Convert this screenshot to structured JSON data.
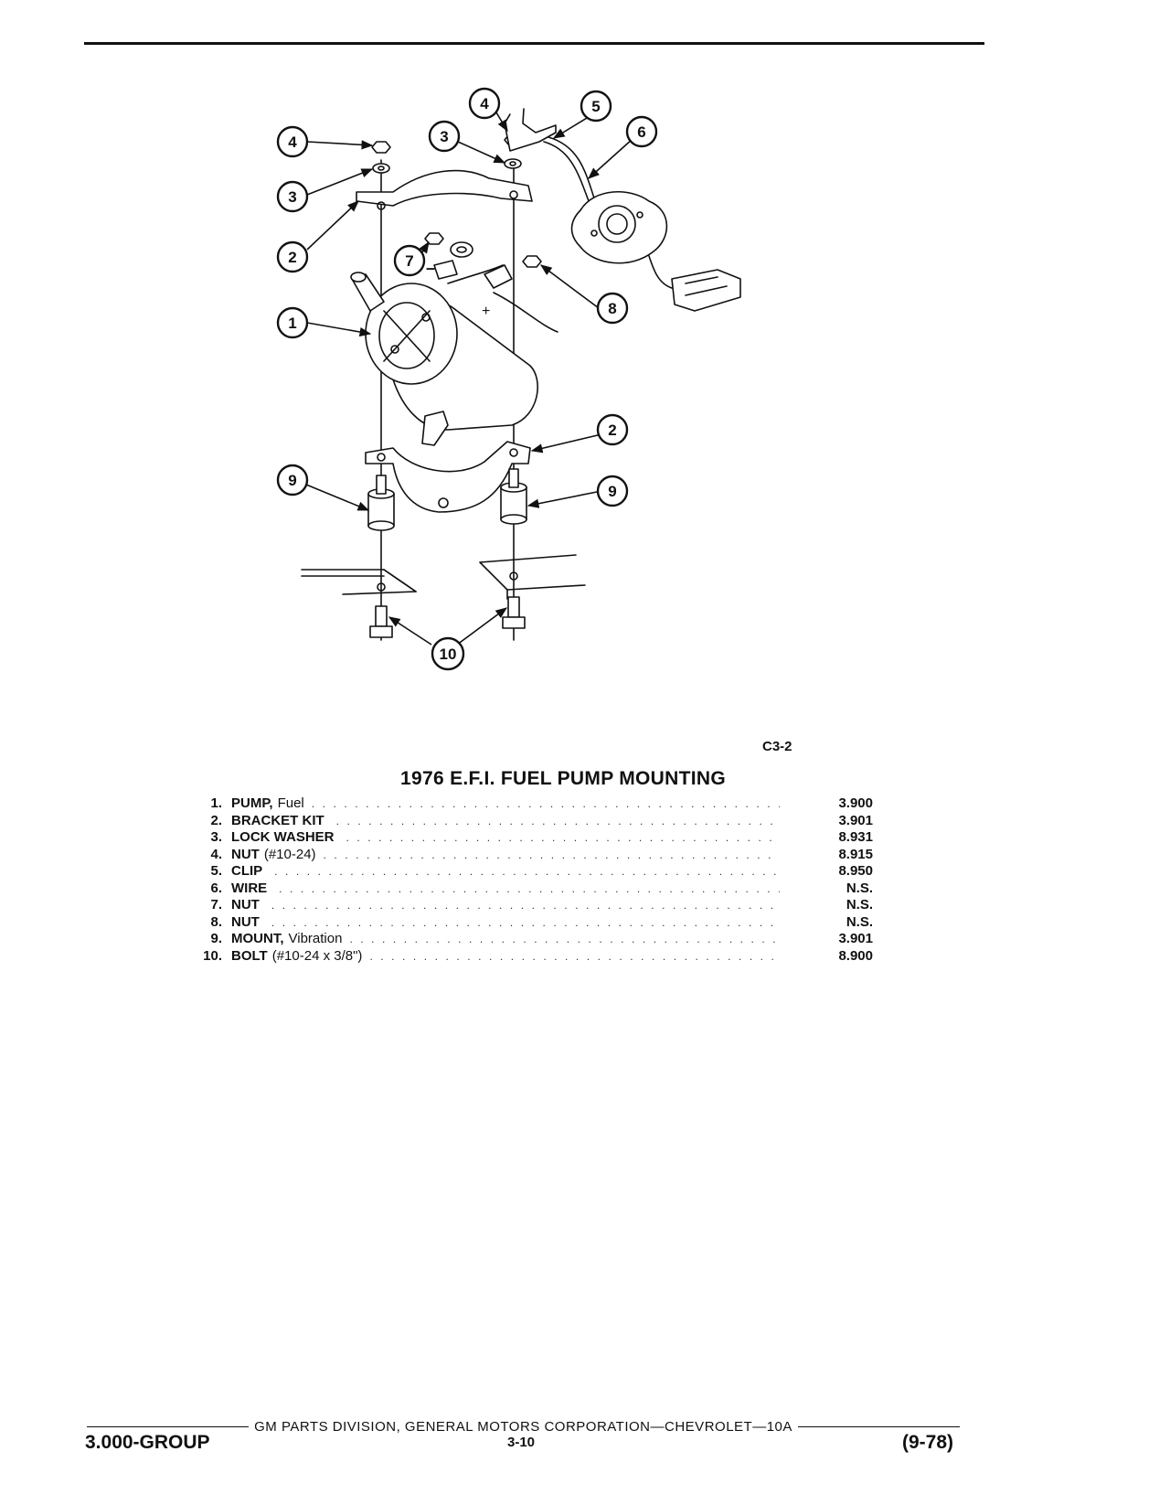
{
  "figure": {
    "code": "C3-2",
    "callouts": [
      "1",
      "2",
      "3",
      "4",
      "5",
      "6",
      "7",
      "8",
      "9",
      "10"
    ],
    "terminal_labels": {
      "negative": "–",
      "positive": "+"
    }
  },
  "parts": {
    "title": "1976 E.F.I. FUEL PUMP MOUNTING",
    "items": [
      {
        "num": "1.",
        "name": "PUMP,",
        "desc": "Fuel",
        "group": "3.900"
      },
      {
        "num": "2.",
        "name": "BRACKET KIT",
        "desc": "",
        "group": "3.901"
      },
      {
        "num": "3.",
        "name": "LOCK WASHER",
        "desc": "",
        "group": "8.931"
      },
      {
        "num": "4.",
        "name": "NUT",
        "desc": "(#10-24)",
        "group": "8.915"
      },
      {
        "num": "5.",
        "name": "CLIP",
        "desc": "",
        "group": "8.950"
      },
      {
        "num": "6.",
        "name": "WIRE",
        "desc": "",
        "group": "N.S."
      },
      {
        "num": "7.",
        "name": "NUT",
        "desc": "",
        "group": "N.S."
      },
      {
        "num": "8.",
        "name": "NUT",
        "desc": "",
        "group": "N.S."
      },
      {
        "num": "9.",
        "name": "MOUNT,",
        "desc": "Vibration",
        "group": "3.901"
      },
      {
        "num": "10.",
        "name": "BOLT",
        "desc": "(#10-24 x 3/8\")",
        "group": "8.900"
      }
    ]
  },
  "footer": {
    "publisher": "GM PARTS DIVISION, GENERAL MOTORS CORPORATION—CHEVROLET—10A",
    "group": "3.000-GROUP",
    "page": "3-10",
    "date": "(9-78)"
  }
}
